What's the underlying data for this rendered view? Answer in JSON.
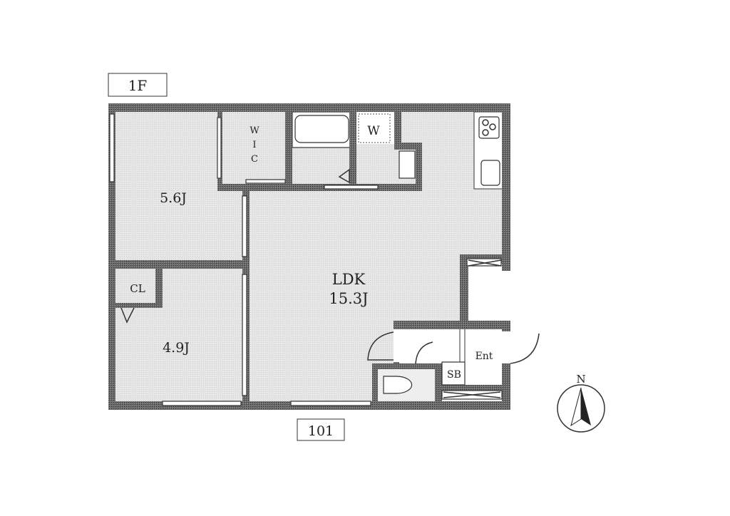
{
  "floor_label": "1F",
  "unit_number": "101",
  "rooms": {
    "bedroom1": {
      "name": "5.6J"
    },
    "bedroom2": {
      "name": "4.9J"
    },
    "closet": {
      "name": "CL"
    },
    "walk_in_closet": {
      "name_lines": [
        "W",
        "I",
        "C"
      ]
    },
    "ldk": {
      "name": "LDK",
      "size": "15.3J"
    },
    "washer": {
      "name": "W"
    },
    "shoe_box": {
      "name": "SB"
    },
    "entrance": {
      "name": "Ent"
    }
  },
  "compass": {
    "label": "N"
  },
  "colors": {
    "wall": "#555555",
    "floor": "#e4e4e4"
  }
}
